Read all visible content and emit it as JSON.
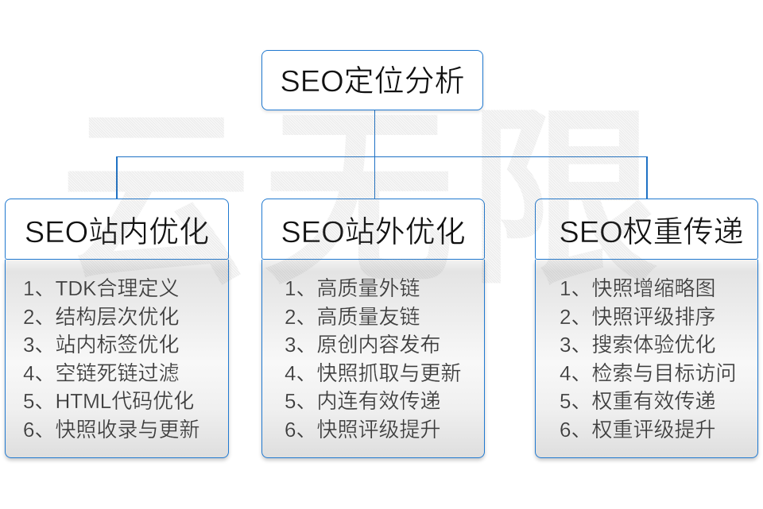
{
  "diagram": {
    "root": {
      "title": "SEO定位分析"
    },
    "columns": [
      {
        "title": "SEO站内优化",
        "items": [
          "1、TDK合理定义",
          "2、结构层次优化",
          "3、站内标签优化",
          "4、空链死链过滤",
          "5、HTML代码优化",
          "6、快照收录与更新"
        ]
      },
      {
        "title": "SEO站外优化",
        "items": [
          "1、高质量外链",
          "2、高质量友链",
          "3、原创内容发布",
          "4、快照抓取与更新",
          "5、内连有效传递",
          "6、快照评级提升"
        ]
      },
      {
        "title": "SEO权重传递",
        "items": [
          "1、快照增缩略图",
          "2、快照评级排序",
          "3、搜索体验优化",
          "4、检索与目标访问",
          "5、权重有效传递",
          "6、权重评级提升"
        ]
      }
    ],
    "watermark": "云无限",
    "colors": {
      "border_blue": "#2079d0",
      "line_blue": "#1f72c5",
      "title_text": "#111111",
      "item_text": "#3c3c3c"
    }
  }
}
